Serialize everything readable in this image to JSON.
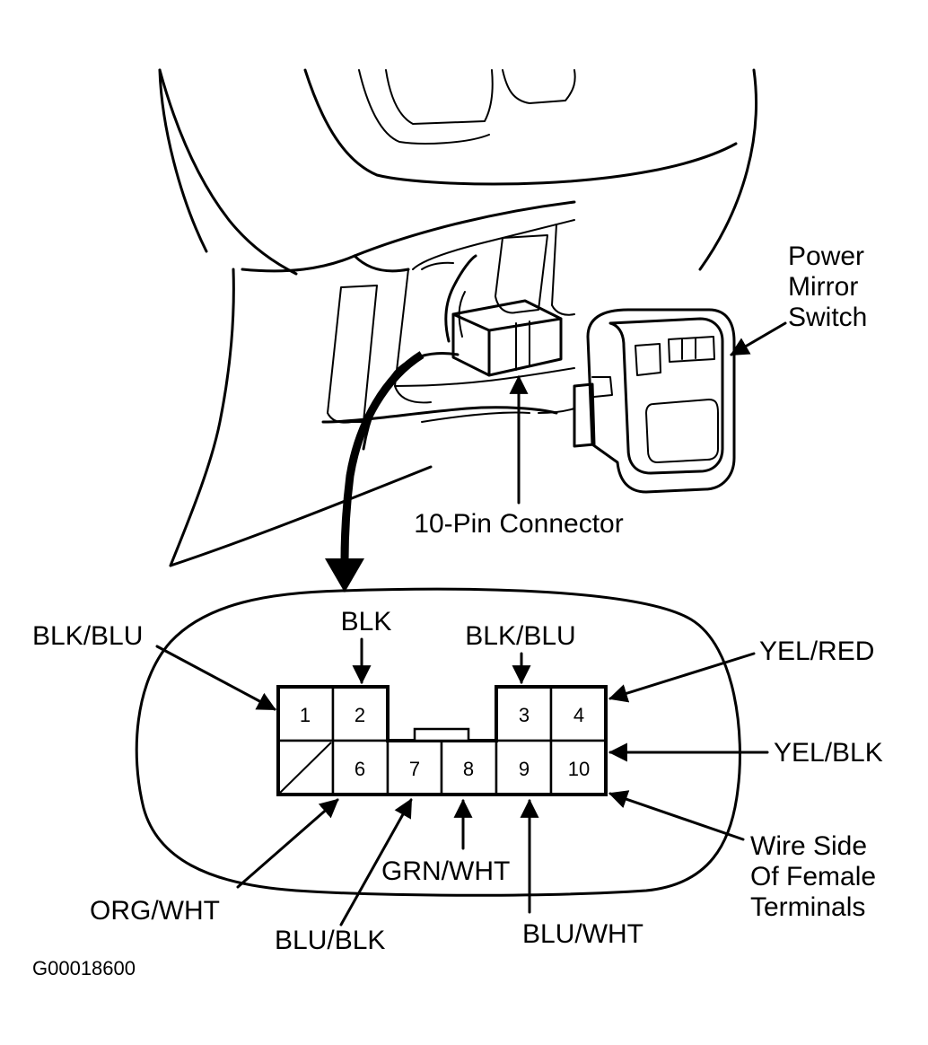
{
  "labels": {
    "power_mirror_line1": "Power",
    "power_mirror_line2": "Mirror",
    "power_mirror_line3": "Switch",
    "connector": "10-Pin Connector",
    "figure_code": "G00018600",
    "wire_side_line1": "Wire Side",
    "wire_side_line2": "Of Female",
    "wire_side_line3": "Terminals"
  },
  "wires": {
    "pin1": "BLK/BLU",
    "pin2": "BLK",
    "pin3": "BLK/BLU",
    "pin4": "YEL/RED",
    "pin10": "YEL/BLK",
    "pin6": "ORG/WHT",
    "pin7": "BLU/BLK",
    "pin8": "GRN/WHT",
    "pin9": "BLU/WHT"
  },
  "pins": {
    "p1": "1",
    "p2": "2",
    "p3": "3",
    "p4": "4",
    "p6": "6",
    "p7": "7",
    "p8": "8",
    "p9": "9",
    "p10": "10"
  },
  "colors": {
    "ink": "#000000",
    "paper": "#ffffff"
  }
}
